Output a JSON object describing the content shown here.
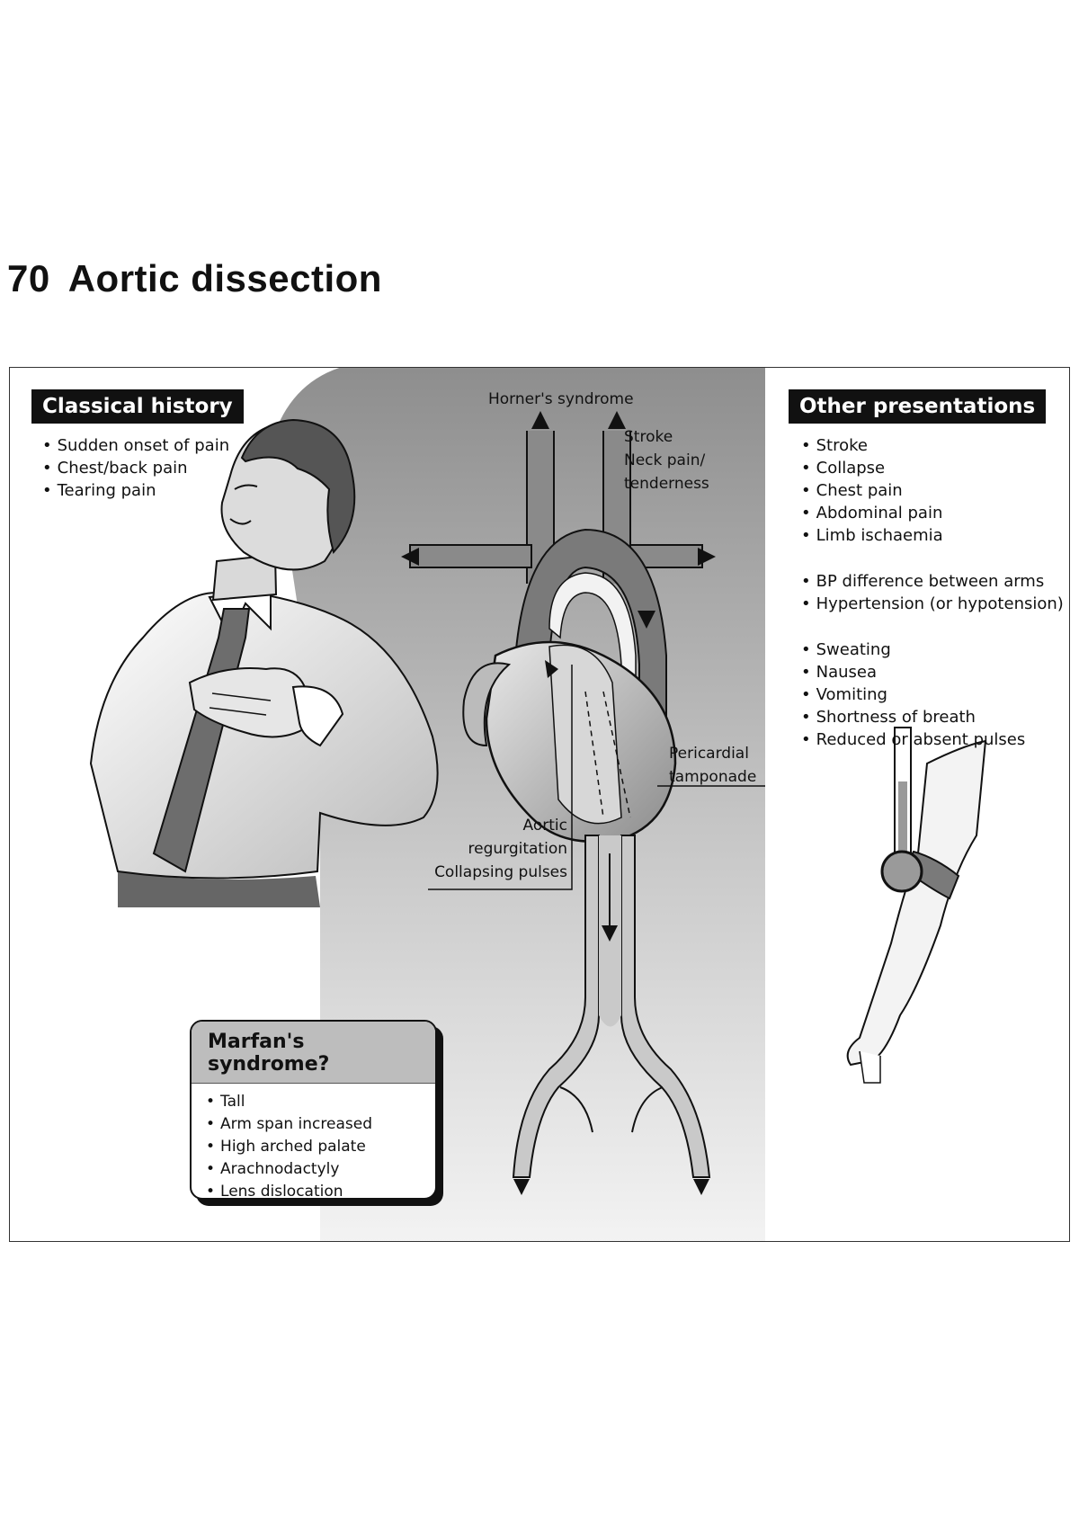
{
  "page": {
    "number": "70",
    "title": "Aortic dissection"
  },
  "classical_history": {
    "heading": "Classical history",
    "items": [
      "Sudden onset of pain",
      "Chest/back pain",
      "Tearing pain"
    ]
  },
  "other_presentations": {
    "heading": "Other presentations",
    "groups": [
      [
        "Stroke",
        "Collapse",
        "Chest pain",
        "Abdominal pain",
        "Limb ischaemia"
      ],
      [
        "BP difference between arms",
        "Hypertension (or hypotension)"
      ],
      [
        "Sweating",
        "Nausea",
        "Vomiting",
        "Shortness of breath",
        "Reduced or absent pulses"
      ]
    ]
  },
  "diagram_labels": {
    "horners": "Horner's syndrome",
    "stroke": "Stroke",
    "neck_pain": "Neck pain/",
    "tenderness": "tenderness",
    "pericardial": "Pericardial",
    "tamponade": "tamponade",
    "aortic": "Aortic",
    "regurgitation": "regurgitation",
    "collapsing": "Collapsing pulses"
  },
  "marfan": {
    "heading": "Marfan's syndrome?",
    "items": [
      "Tall",
      "Arm span increased",
      "High arched palate",
      "Arachnodactyly",
      "Lens dislocation"
    ]
  },
  "colors": {
    "panel_gray": "#9a9a9a",
    "vessel_dark": "#7a7a7a",
    "vessel_light": "#cfcfcf",
    "ink": "#111111"
  }
}
